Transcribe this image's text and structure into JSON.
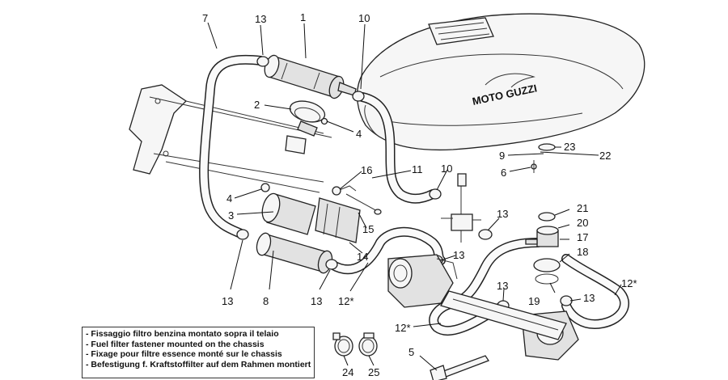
{
  "callouts": {
    "c1": "1",
    "c2": "2",
    "c3": "3",
    "c4a": "4",
    "c4b": "4",
    "c5": "5",
    "c6": "6",
    "c7": "7",
    "c8": "8",
    "c9": "9",
    "c10a": "10",
    "c10b": "10",
    "c11": "11",
    "c12a": "12*",
    "c12b": "12*",
    "c12c": "12*",
    "c13a": "13",
    "c13b": "13",
    "c13c": "13",
    "c13d": "13",
    "c13e": "13",
    "c13f": "13",
    "c13g": "13",
    "c14": "14",
    "c15": "15",
    "c16": "16",
    "c17": "17",
    "c18": "18",
    "c19": "19",
    "c20": "20",
    "c21": "21",
    "c22": "22",
    "c23": "23",
    "c24": "24",
    "c25": "25"
  },
  "tank_logo": "MOTO GUZZI",
  "note_lines": [
    "- Fissaggio filtro benzina montato sopra il telaio",
    "- Fuel filter fastener mounted on the chassis",
    "- Fixage pour filtre essence monté sur le chassis",
    "- Befestigung f. Kraftstoffilter auf dem Rahmen montiert"
  ]
}
